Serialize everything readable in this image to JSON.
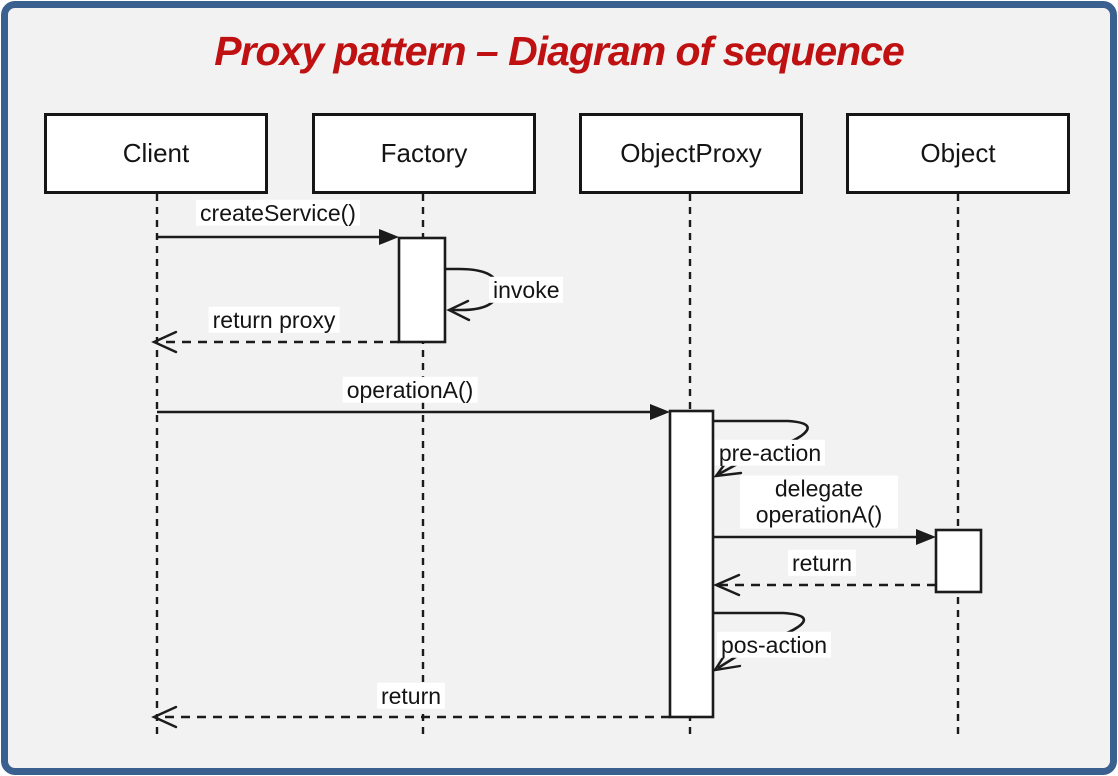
{
  "title": "Proxy pattern – Diagram of sequence",
  "diagram_type": "uml-sequence",
  "actors": [
    {
      "name": "Client"
    },
    {
      "name": "Factory"
    },
    {
      "name": "ObjectProxy"
    },
    {
      "name": "Object"
    }
  ],
  "messages": [
    {
      "label": "createService()",
      "from": "Client",
      "to": "Factory",
      "kind": "sync-call"
    },
    {
      "label": "invoke",
      "from": "Factory",
      "to": "Factory",
      "kind": "self-call"
    },
    {
      "label": "return proxy",
      "from": "Factory",
      "to": "Client",
      "kind": "return"
    },
    {
      "label": "operationA()",
      "from": "Client",
      "to": "ObjectProxy",
      "kind": "sync-call"
    },
    {
      "label": "pre-action",
      "from": "ObjectProxy",
      "to": "ObjectProxy",
      "kind": "self-call"
    },
    {
      "label": "delegate operationA()",
      "from": "ObjectProxy",
      "to": "Object",
      "kind": "sync-call"
    },
    {
      "label": "return",
      "from": "Object",
      "to": "ObjectProxy",
      "kind": "return"
    },
    {
      "label": "pos-action",
      "from": "ObjectProxy",
      "to": "ObjectProxy",
      "kind": "self-call"
    },
    {
      "label": "return",
      "from": "ObjectProxy",
      "to": "Client",
      "kind": "return"
    }
  ],
  "colors": {
    "title_red": "#bf1111",
    "frame_blue": "#3a6090",
    "background": "#f2f2f2",
    "line_black": "#1b1b1b"
  }
}
